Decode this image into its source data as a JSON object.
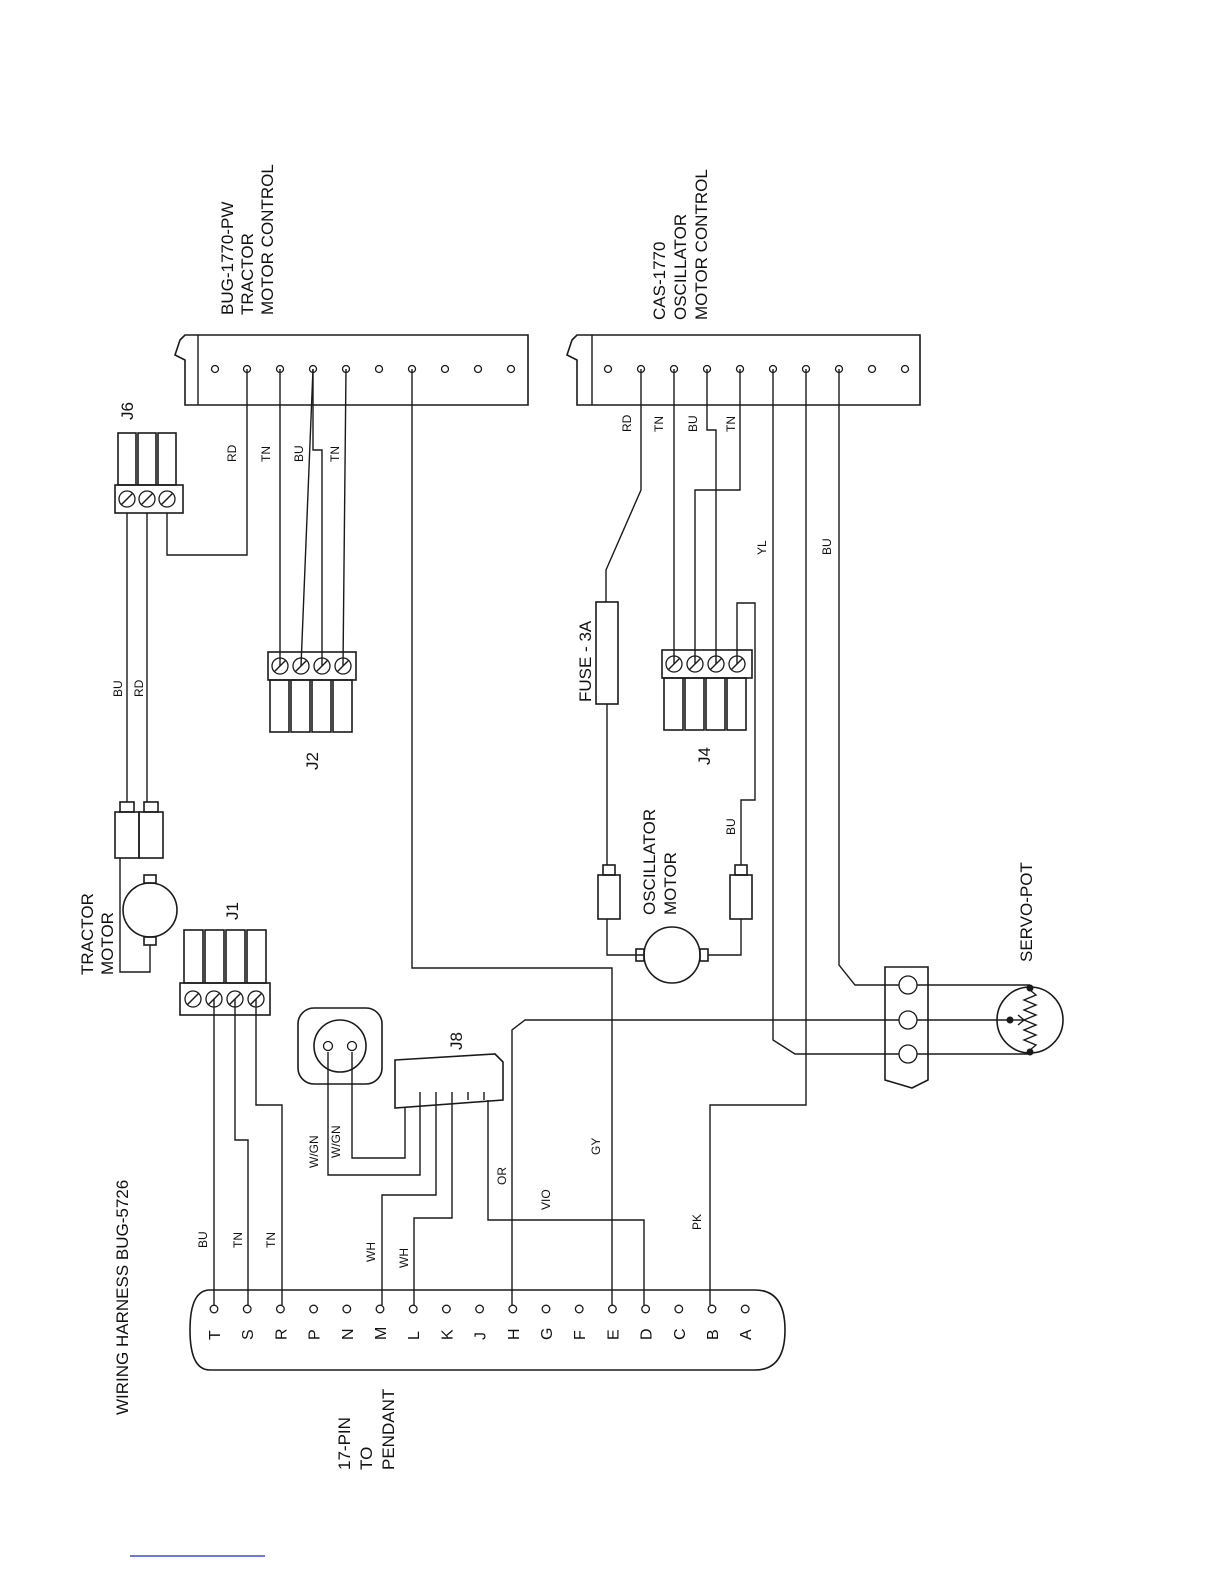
{
  "title": "WIRING HARNESS BUG-5726",
  "components": {
    "tractor_control": [
      "BUG-1770-PW",
      "TRACTOR",
      "MOTOR CONTROL"
    ],
    "oscillator_control": [
      "CAS-1770",
      "OSCILLATOR",
      "MOTOR CONTROL"
    ],
    "tractor_motor": [
      "TRACTOR",
      "MOTOR"
    ],
    "oscillator_motor": [
      "OSCILLATOR",
      "MOTOR"
    ],
    "servo_pot": "SERVO-POT",
    "fuse": "FUSE - 3A",
    "pendant": [
      "17-PIN",
      "TO",
      "PENDANT"
    ]
  },
  "connectors": {
    "j1": "J1",
    "j2": "J2",
    "j4": "J4",
    "j6": "J6",
    "j8": "J8"
  },
  "pendant_pins": [
    "T",
    "S",
    "R",
    "P",
    "N",
    "M",
    "L",
    "K",
    "J",
    "H",
    "G",
    "F",
    "E",
    "D",
    "C",
    "B",
    "A"
  ],
  "wire_labels": {
    "j6_rd": "RD",
    "j2_tn": "TN",
    "j2_bu": "BU",
    "j2_tn2": "TN",
    "tractor_bu": "BU",
    "tractor_rd": "RD",
    "osc_rd": "RD",
    "osc_tn": "TN",
    "osc_bu": "BU",
    "osc_tn2": "TN",
    "yl": "YL",
    "bu_servo": "BU",
    "osc_motor_bu": "BU",
    "j1_bu": "BU",
    "j1_tn": "TN",
    "j1_tn2": "TN",
    "wgn1": "W/GN",
    "wgn2": "W/GN",
    "wh1": "WH",
    "wh2": "WH",
    "or": "OR",
    "vio": "VIO",
    "gy": "GY",
    "pk": "PK"
  }
}
